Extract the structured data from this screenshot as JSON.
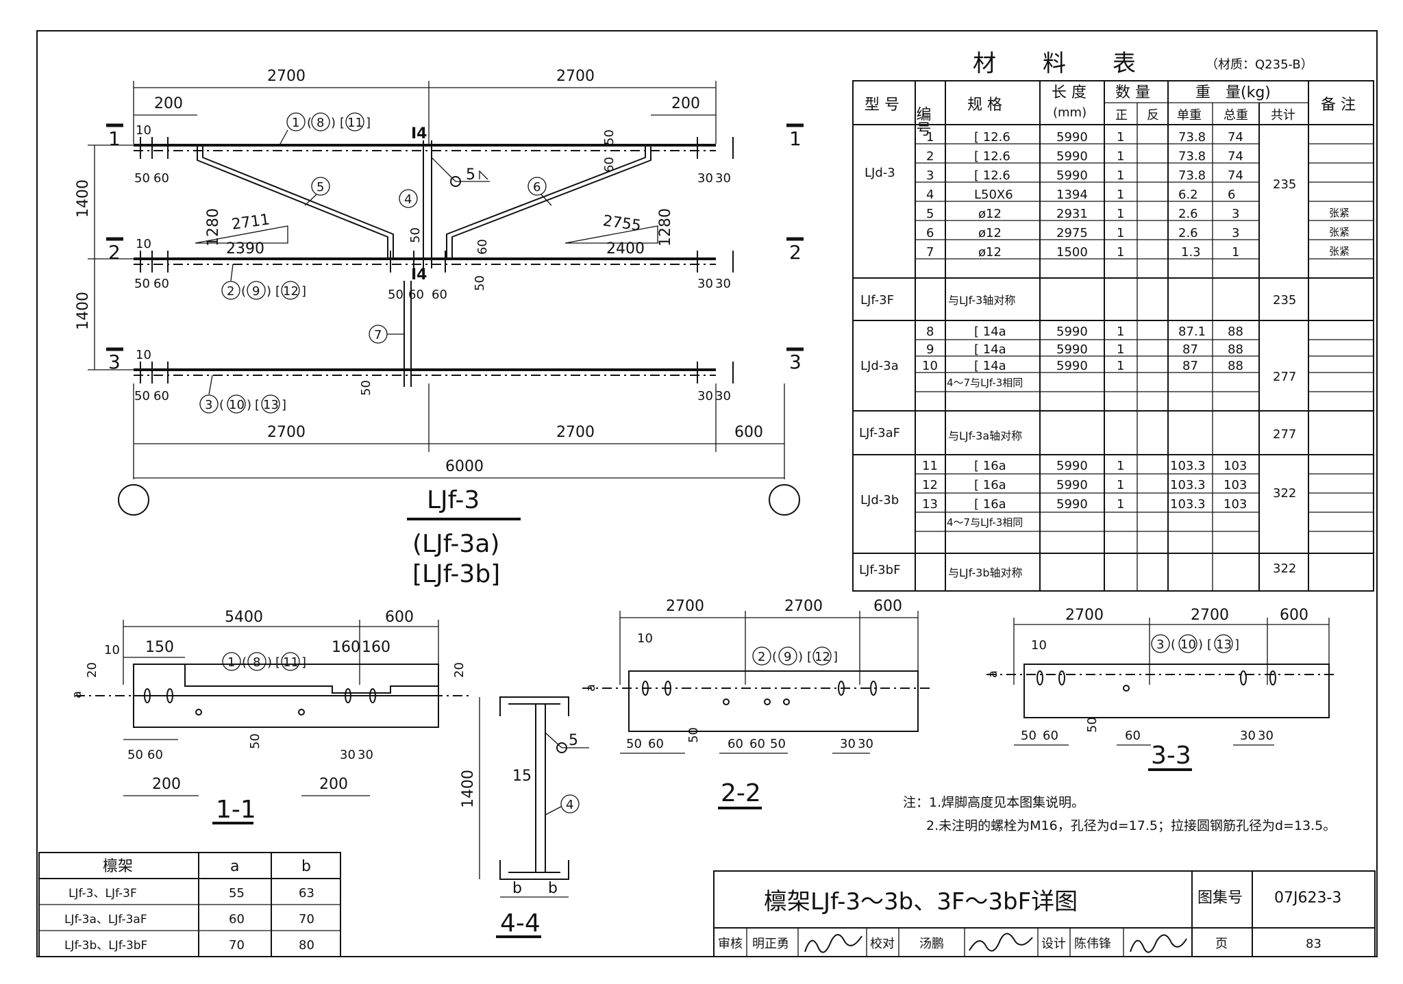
{
  "drawing": {
    "main_view": {
      "title": "LJf-3",
      "subtitle_a": "(LJf-3a)",
      "subtitle_b": "[LJf-3b]",
      "dims_top": [
        "2700",
        "2700"
      ],
      "dims_top2": [
        "200",
        "200"
      ],
      "dims_bottom": [
        "2700",
        "2700",
        "600"
      ],
      "dim_total": "6000",
      "dims_left": [
        "1400",
        "1400"
      ],
      "dim_10": "10",
      "dims_5060": [
        "50",
        "60"
      ],
      "dims_3030": [
        "30",
        "30"
      ],
      "dims_center": [
        "50",
        "60",
        "60"
      ],
      "dim_50": "50",
      "dim_60": "60",
      "slope_left": {
        "rise": "1280",
        "hyp": "2711",
        "run": "2390"
      },
      "slope_right": {
        "rise": "1280",
        "hyp": "2755",
        "run": "2400"
      },
      "section_I4": "I4",
      "weld_5": "5",
      "cut_marks": [
        "1",
        "2",
        "3"
      ],
      "labels": {
        "m1": [
          "1",
          "8",
          "11"
        ],
        "m2": [
          "2",
          "9",
          "12"
        ],
        "m3": [
          "3",
          "10",
          "13"
        ],
        "m4": "4",
        "m5": "5",
        "m6": "6",
        "m7": "7"
      }
    },
    "section_1_1": {
      "title": "1-1",
      "dims_top": [
        "5400",
        "600"
      ],
      "dims_top2": [
        "150",
        "160",
        "160"
      ],
      "dim_10": "10",
      "dim_20": "20",
      "dim_a": "a",
      "dims_bot": [
        "50",
        "60",
        "30",
        "30"
      ],
      "dims_bot2": [
        "200",
        "200"
      ],
      "dim_50": "50",
      "labels": [
        "1",
        "8",
        "11"
      ]
    },
    "section_4_4": {
      "title": "4-4",
      "dim_1400": "1400",
      "dim_15": "15",
      "weld_5": "5",
      "member": "4",
      "dims_b": [
        "b",
        "b"
      ]
    },
    "section_2_2": {
      "title": "2-2",
      "dims_top": [
        "2700",
        "2700",
        "600"
      ],
      "dim_10": "10",
      "dim_a": "a",
      "dims_bot": [
        "50",
        "60",
        "60",
        "60",
        "50",
        "30",
        "30"
      ],
      "dim_50": "50",
      "labels": [
        "2",
        "9",
        "12"
      ]
    },
    "section_3_3": {
      "title": "3-3",
      "dims_top": [
        "2700",
        "2700",
        "600"
      ],
      "dim_10": "10",
      "dim_a": "a",
      "dims_bot": [
        "50",
        "60",
        "60",
        "30",
        "30"
      ],
      "dim_50": "50",
      "labels": [
        "3",
        "10",
        "13"
      ]
    }
  },
  "material_table": {
    "title": "材　　料　　表",
    "material": "（材质：Q235-B）",
    "headers": {
      "type": "型 号",
      "no": "编号",
      "spec": "规 格",
      "length": "长 度",
      "length_unit": "(mm)",
      "qty": "数 量",
      "qty_pos": "正",
      "qty_neg": "反",
      "weight": "重　量(kg)",
      "unit_w": "单重",
      "total_w": "总重",
      "sum": "共计",
      "note": "备 注"
    },
    "groups": [
      {
        "type": "LJd-3",
        "sum": "235",
        "rows": [
          {
            "no": "1",
            "spec": "[ 12.6",
            "len": "5990",
            "qty": "1",
            "unit": "73.8",
            "total": "74",
            "note": ""
          },
          {
            "no": "2",
            "spec": "[ 12.6",
            "len": "5990",
            "qty": "1",
            "unit": "73.8",
            "total": "74",
            "note": ""
          },
          {
            "no": "3",
            "spec": "[ 12.6",
            "len": "5990",
            "qty": "1",
            "unit": "73.8",
            "total": "74",
            "note": ""
          },
          {
            "no": "4",
            "spec": "L50X6",
            "len": "1394",
            "qty": "1",
            "unit": "6.2",
            "total": "6",
            "note": ""
          },
          {
            "no": "5",
            "spec": "ø12",
            "len": "2931",
            "qty": "1",
            "unit": "2.6",
            "total": "3",
            "note": "张紧"
          },
          {
            "no": "6",
            "spec": "ø12",
            "len": "2975",
            "qty": "1",
            "unit": "2.6",
            "total": "3",
            "note": "张紧"
          },
          {
            "no": "7",
            "spec": "ø12",
            "len": "1500",
            "qty": "1",
            "unit": "1.3",
            "total": "1",
            "note": "张紧"
          }
        ]
      },
      {
        "type": "LJf-3F",
        "sum": "235",
        "text": "与LJf-3轴对称"
      },
      {
        "type": "LJd-3a",
        "sum": "277",
        "extra": "4～7与LJf-3相同",
        "rows": [
          {
            "no": "8",
            "spec": "[ 14a",
            "len": "5990",
            "qty": "1",
            "unit": "87.1",
            "total": "88",
            "note": ""
          },
          {
            "no": "9",
            "spec": "[ 14a",
            "len": "5990",
            "qty": "1",
            "unit": "87",
            "total": "88",
            "note": ""
          },
          {
            "no": "10",
            "spec": "[ 14a",
            "len": "5990",
            "qty": "1",
            "unit": "87",
            "total": "88",
            "note": ""
          }
        ]
      },
      {
        "type": "LJf-3aF",
        "sum": "277",
        "text": "与LJf-3a轴对称"
      },
      {
        "type": "LJd-3b",
        "sum": "322",
        "extra": "4～7与LJf-3相同",
        "rows": [
          {
            "no": "11",
            "spec": "[ 16a",
            "len": "5990",
            "qty": "1",
            "unit": "103.3",
            "total": "103",
            "note": ""
          },
          {
            "no": "12",
            "spec": "[ 16a",
            "len": "5990",
            "qty": "1",
            "unit": "103.3",
            "total": "103",
            "note": ""
          },
          {
            "no": "13",
            "spec": "[ 16a",
            "len": "5990",
            "qty": "1",
            "unit": "103.3",
            "total": "103",
            "note": ""
          }
        ]
      },
      {
        "type": "LJf-3bF",
        "sum": "322",
        "text": "与LJf-3b轴对称"
      }
    ]
  },
  "notes": {
    "n1": "注：1.焊脚高度见本图集说明。",
    "n2": "2.未注明的螺栓为M16，孔径为d=17.5；拉接圆钢筋孔径为d=13.5。"
  },
  "ab_table": {
    "headers": [
      "檩架",
      "a",
      "b"
    ],
    "rows": [
      [
        "LJf-3、LJf-3F",
        "55",
        "63"
      ],
      [
        "LJf-3a、LJf-3aF",
        "60",
        "70"
      ],
      [
        "LJf-3b、LJf-3bF",
        "70",
        "80"
      ]
    ]
  },
  "title_block": {
    "title": "檩架LJf-3～3b、3F～3bF详图",
    "atlas_label": "图集号",
    "atlas_no": "07J623-3",
    "review_label": "审核",
    "reviewer": "明正勇",
    "check_label": "校对",
    "checker": "汤鹏",
    "design_label": "设计",
    "designer": "陈伟锋",
    "page_label": "页",
    "page_no": "83"
  }
}
